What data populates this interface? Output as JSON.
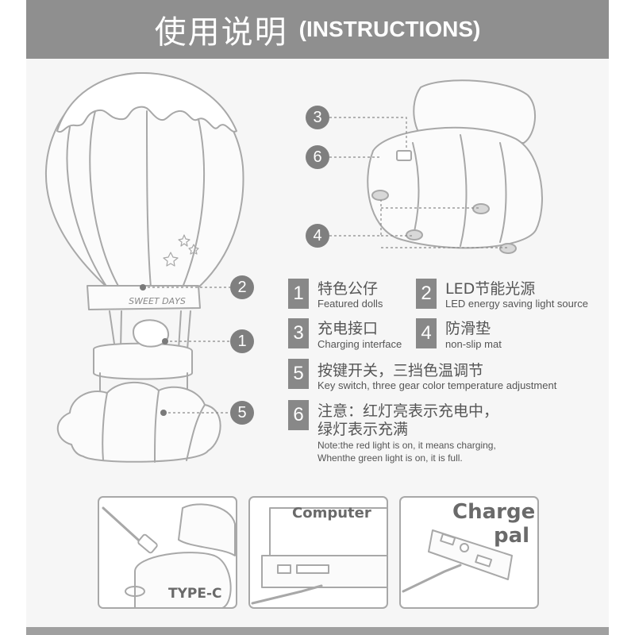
{
  "header": {
    "title_zh": "使用说明",
    "title_en": "(INSTRUCTIONS)"
  },
  "lamp": {
    "engraving": "SWEET DAYS"
  },
  "callouts": {
    "balloon": [
      "2",
      "1",
      "5"
    ],
    "base": [
      "3",
      "6",
      "4"
    ]
  },
  "features": [
    {
      "num": "1",
      "zh": "特色公仔",
      "en": "Featured dolls"
    },
    {
      "num": "2",
      "zh": "LED节能光源",
      "en": "LED energy saving light source"
    },
    {
      "num": "3",
      "zh": "充电接口",
      "en": "Charging interface"
    },
    {
      "num": "4",
      "zh": "防滑垫",
      "en": "non-slip mat"
    },
    {
      "num": "5",
      "zh": "按键开关，三挡色温调节",
      "en": "Key switch, three gear color temperature adjustment"
    },
    {
      "num": "6",
      "zh_line1": "注意：红灯亮表示充电中，",
      "zh_line2": "绿灯表示充满",
      "en_line1": "Note:the red light is on, it means charging,",
      "en_line2": "Whenthe green light is on, it is full."
    }
  ],
  "panels": {
    "typec": "TYPE-C",
    "computer": "Computer",
    "charge_line1": "Charge",
    "charge_line2": "pal"
  },
  "colors": {
    "header_bg": "#8f8f8f",
    "badge": "#7f7f7f",
    "line": "#9a9a9a"
  }
}
